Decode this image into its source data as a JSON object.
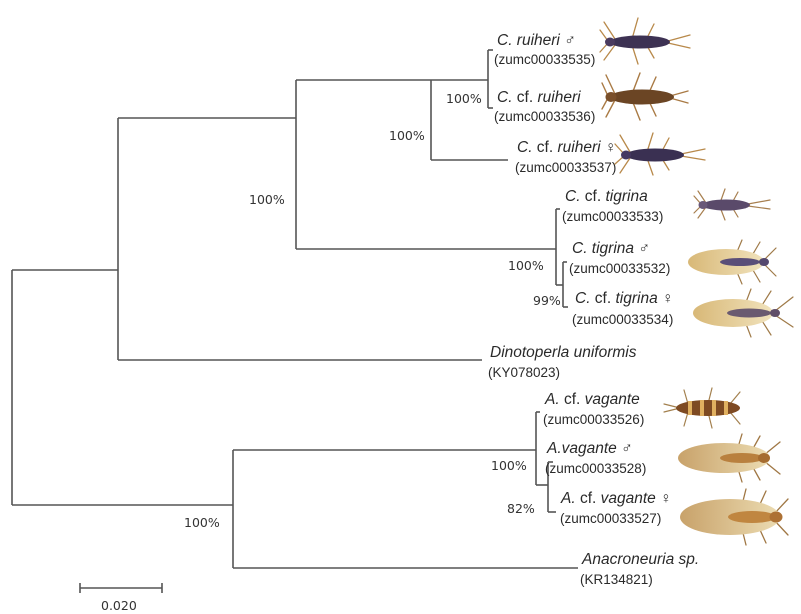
{
  "support_values": [
    {
      "id": "s1",
      "label": "100%"
    },
    {
      "id": "s2",
      "label": "100%"
    },
    {
      "id": "s3",
      "label": "100%"
    },
    {
      "id": "s4",
      "label": "100%"
    },
    {
      "id": "s5",
      "label": "99%"
    },
    {
      "id": "s6",
      "label": "100%"
    },
    {
      "id": "s7",
      "label": "82%"
    },
    {
      "id": "s8",
      "label": "100%"
    }
  ],
  "taxa": [
    {
      "id": "t1",
      "name_parts": [
        "C. ruiheri",
        " ♂"
      ],
      "accession": "(zumc00033535)",
      "photo": "nymph-dark-purple-photo"
    },
    {
      "id": "t2",
      "name_parts": [
        "C.",
        " cf. ",
        "ruiheri"
      ],
      "accession": "(zumc00033536)",
      "photo": "nymph-brown-photo"
    },
    {
      "id": "t3",
      "name_parts": [
        "C.",
        " cf. ",
        "ruiheri",
        " ♀"
      ],
      "accession": "(zumc00033537)",
      "photo": "nymph-dark-purple-photo"
    },
    {
      "id": "t4",
      "name_parts": [
        "C.",
        " cf. ",
        "tigrina"
      ],
      "accession": "(zumc00033533)",
      "photo": "nymph-dark-photo"
    },
    {
      "id": "t5",
      "name_parts": [
        "C. tigrina",
        " ♂"
      ],
      "accession": "(zumc00033532)",
      "photo": "adult-winged-photo"
    },
    {
      "id": "t6",
      "name_parts": [
        "C.",
        " cf. ",
        "tigrina",
        " ♀"
      ],
      "accession": "(zumc00033534)",
      "photo": "adult-winged-photo"
    },
    {
      "id": "t7",
      "name_parts": [
        "Dinotoperla uniformis"
      ],
      "accession": "(KY078023)",
      "photo": ""
    },
    {
      "id": "t8",
      "name_parts": [
        "A.",
        " cf. ",
        "vagante"
      ],
      "accession": "(zumc00033526)",
      "photo": "nymph-banded-photo"
    },
    {
      "id": "t9",
      "name_parts": [
        "A.vagante",
        " ♂"
      ],
      "accession": "(zumc00033528)",
      "photo": "adult-winged-photo"
    },
    {
      "id": "t10",
      "name_parts": [
        "A.",
        " cf. ",
        "vagante",
        " ♀"
      ],
      "accession": "(zumc00033527)",
      "photo": "adult-winged-photo"
    },
    {
      "id": "t11",
      "name_parts": [
        "Anacroneuria sp."
      ],
      "accession": "(KR134821)",
      "photo": ""
    }
  ],
  "scale_bar": {
    "label": "0.020"
  },
  "colors": {
    "branch": "#555555",
    "text": "#2a2a2a"
  }
}
